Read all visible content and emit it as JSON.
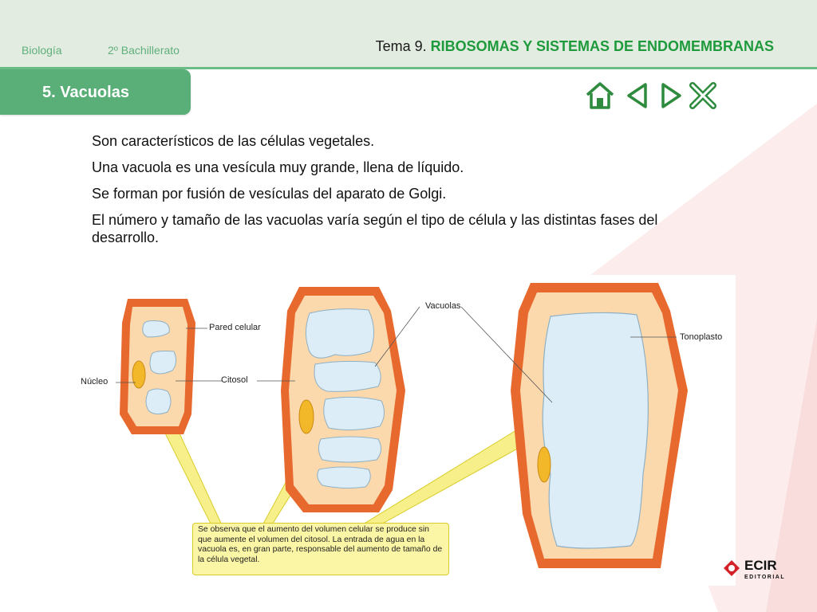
{
  "header": {
    "subject": "Biología",
    "course": "2º Bachillerato",
    "topic_prefix": "Tema 9.",
    "topic_title": "RIBOSOMAS Y SISTEMAS DE ENDOMEMBRANAS"
  },
  "section_tab": {
    "label": "5. Vacuolas"
  },
  "nav": {
    "home_icon": "home-icon",
    "prev_icon": "triangle-left-icon",
    "next_icon": "triangle-right-icon",
    "close_icon": "x-close-icon",
    "color": "#2e8b3e"
  },
  "bullets": [
    "Son característicos de las células vegetales.",
    "Una vacuola es una vesícula muy grande, llena de líquido.",
    "Se forman por fusión de vesículas del aparato de Golgi.",
    "El número y tamaño de las vacuolas varía según el tipo de célula y las distintas fases del desarrollo."
  ],
  "diagram": {
    "labels": {
      "pared_celular": "Pared celular",
      "nucleo": "Núcleo",
      "citosol": "Citosol",
      "vacuolas": "Vacuolas",
      "tonoplasto": "Tonoplasto"
    },
    "note": "Se observa que el aumento del volumen celular se produce sin que aumente el volumen del citosol. La entrada de agua en la vacuola es, en gran parte, responsable del aumento de tamaño de la célula vegetal.",
    "colors": {
      "wall": "#e8692e",
      "cytosol": "#fbd9ad",
      "vacuole": "#dcedf7",
      "nucleus": "#f2b829",
      "note_bg": "#fbf6a5"
    }
  },
  "logo": {
    "brand": "ECIR",
    "sub": "EDITORIAL"
  }
}
